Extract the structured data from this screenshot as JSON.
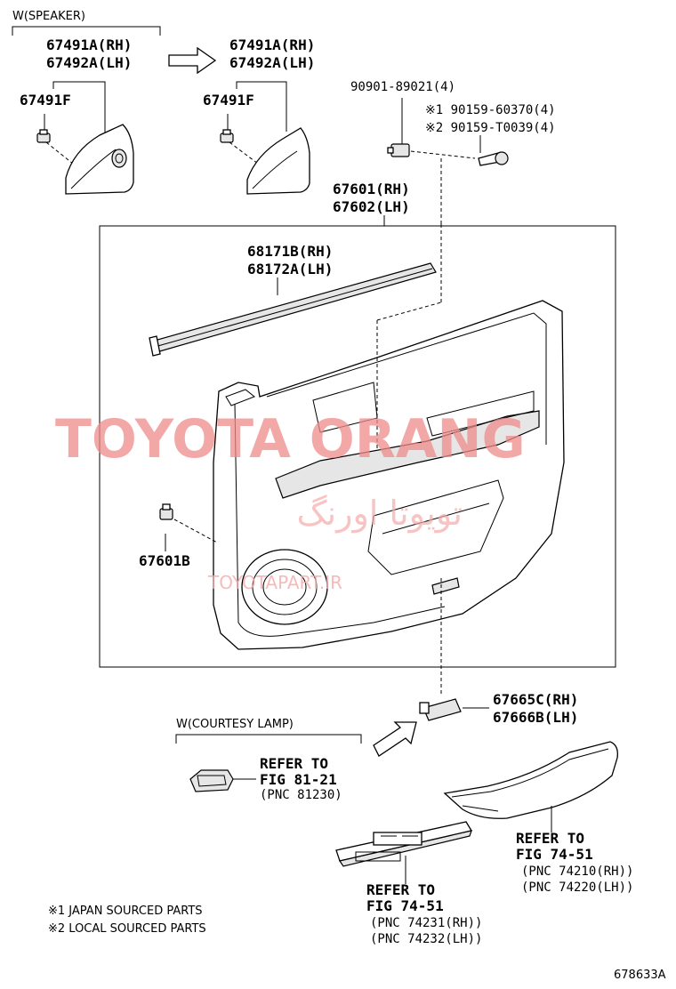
{
  "watermark": {
    "main": "TOYOTA ORANG",
    "persian": "تویوتا اورنگ",
    "site": "TOYOTAPART.IR"
  },
  "groups": {
    "speaker": "W(SPEAKER)",
    "courtesy_lamp": "W(COURTESY LAMP)"
  },
  "parts": {
    "speaker_cover_a_rh": "67491A(RH)",
    "speaker_cover_a_lh": "67492A(LH)",
    "speaker_cover_b_rh": "67491A(RH)",
    "speaker_cover_b_lh": "67492A(LH)",
    "clip_a": "67491F",
    "clip_b": "67491F",
    "clip_main": "90901-89021(4)",
    "screw_japan": "※1 90159-60370(4)",
    "screw_local": "※2 90159-T0039(4)",
    "panel_rh": "67601(RH)",
    "panel_lh": "67602(LH)",
    "weatherstrip_rh": "68171B(RH)",
    "weatherstrip_lh": "68172A(LH)",
    "clip_panel": "67601B",
    "lamp_rh": "67665C(RH)",
    "lamp_lh": "67666B(LH)"
  },
  "refs": {
    "courtesy": {
      "line1": "REFER TO",
      "line2": "FIG 81-21",
      "line3": "(PNC 81230)"
    },
    "armrest": {
      "line1": "REFER TO",
      "line2": "FIG 74-51",
      "line3": "(PNC 74210(RH))",
      "line4": "(PNC 74220(LH))"
    },
    "switch": {
      "line1": "REFER TO",
      "line2": "FIG 74-51",
      "line3": "(PNC 74231(RH))",
      "line4": "(PNC 74232(LH))"
    }
  },
  "notes": {
    "note1": "※1 JAPAN SOURCED PARTS",
    "note2": "※2 LOCAL SOURCED PARTS"
  },
  "figure_id": "678633A"
}
